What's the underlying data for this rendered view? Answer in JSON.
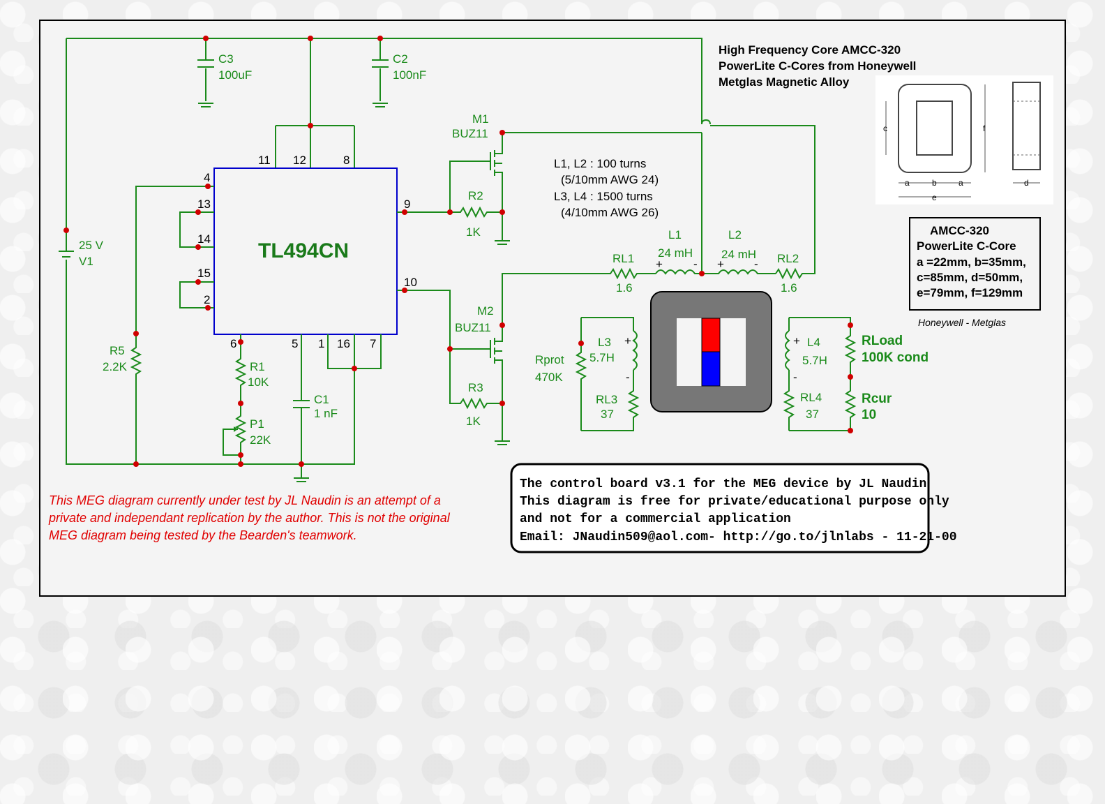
{
  "ic": {
    "name": "TL494CN",
    "pins": {
      "p4": "4",
      "p13": "13",
      "p14": "14",
      "p15": "15",
      "p2": "2",
      "p11": "11",
      "p12": "12",
      "p8": "8",
      "p9": "9",
      "p10": "10",
      "p6": "6",
      "p5": "5",
      "p1": "1",
      "p16": "16",
      "p7": "7"
    }
  },
  "components": {
    "c3": {
      "ref": "C3",
      "value": "100uF"
    },
    "c2": {
      "ref": "C2",
      "value": "100nF"
    },
    "v1": {
      "value": "25 V",
      "ref": "V1"
    },
    "m1": {
      "ref": "M1",
      "part": "BUZ11"
    },
    "m2": {
      "ref": "M2",
      "part": "BUZ11"
    },
    "r2": {
      "ref": "R2",
      "value": "1K"
    },
    "r3": {
      "ref": "R3",
      "value": "1K"
    },
    "r5": {
      "ref": "R5",
      "value": "2.2K"
    },
    "r1": {
      "ref": "R1",
      "value": "10K"
    },
    "p1": {
      "ref": "P1",
      "value": "22K"
    },
    "c1": {
      "ref": "C1",
      "value": "1 nF"
    },
    "rl1": {
      "ref": "RL1",
      "value": "1.6"
    },
    "rl2": {
      "ref": "RL2",
      "value": "1.6"
    },
    "l1": {
      "ref": "L1",
      "value": "24 mH"
    },
    "l2": {
      "ref": "L2",
      "value": "24 mH"
    },
    "l3": {
      "ref": "L3",
      "value": "5.7H"
    },
    "l4": {
      "ref": "L4",
      "value": "5.7H"
    },
    "rl3": {
      "ref": "RL3",
      "value": "37"
    },
    "rl4": {
      "ref": "RL4",
      "value": "37"
    },
    "rprot": {
      "ref": "Rprot",
      "value": "470K"
    },
    "rload": {
      "ref": "RLoad",
      "value": "100K cond"
    },
    "rcur": {
      "ref": "Rcur",
      "value": "10"
    }
  },
  "winding_notes": [
    "L1, L2 : 100 turns",
    "(5/10mm AWG 24)",
    "L3, L4 : 1500 turns",
    "(4/10mm AWG 26)"
  ],
  "core_header": [
    "High Frequency Core AMCC-320",
    "PowerLite C-Cores from Honeywell",
    "Metglas Magnetic Alloy"
  ],
  "core_dims_labels": {
    "a": "a",
    "b": "b",
    "c": "c",
    "d": "d",
    "e": "e",
    "f": "f"
  },
  "core_specs": [
    "AMCC-320",
    "PowerLite C-Core",
    "a =22mm, b=35mm,",
    "c=85mm, d=50mm,",
    "e=79mm, f=129mm"
  ],
  "core_caption": "Honeywell - Metglas",
  "disclaimer": [
    "This MEG diagram currently under test by JL Naudin is an attempt of a",
    "private and independant replication by the author. This is not the original",
    "MEG diagram being tested by the Bearden's teamwork."
  ],
  "info_box": [
    "The control board v3.1 for the MEG device by JL Naudin",
    "This diagram is free for private/educational purpose only",
    "and not for a commercial application",
    "Email: JNaudin509@aol.com- http://go.to/jlnlabs - 11-21-00"
  ],
  "colors": {
    "wire": "#1a8a1a",
    "node": "#d00000",
    "ic_outline": "#0000cc",
    "magnet_north": "#ff0000",
    "magnet_south": "#0000ff",
    "core": "#777777"
  }
}
